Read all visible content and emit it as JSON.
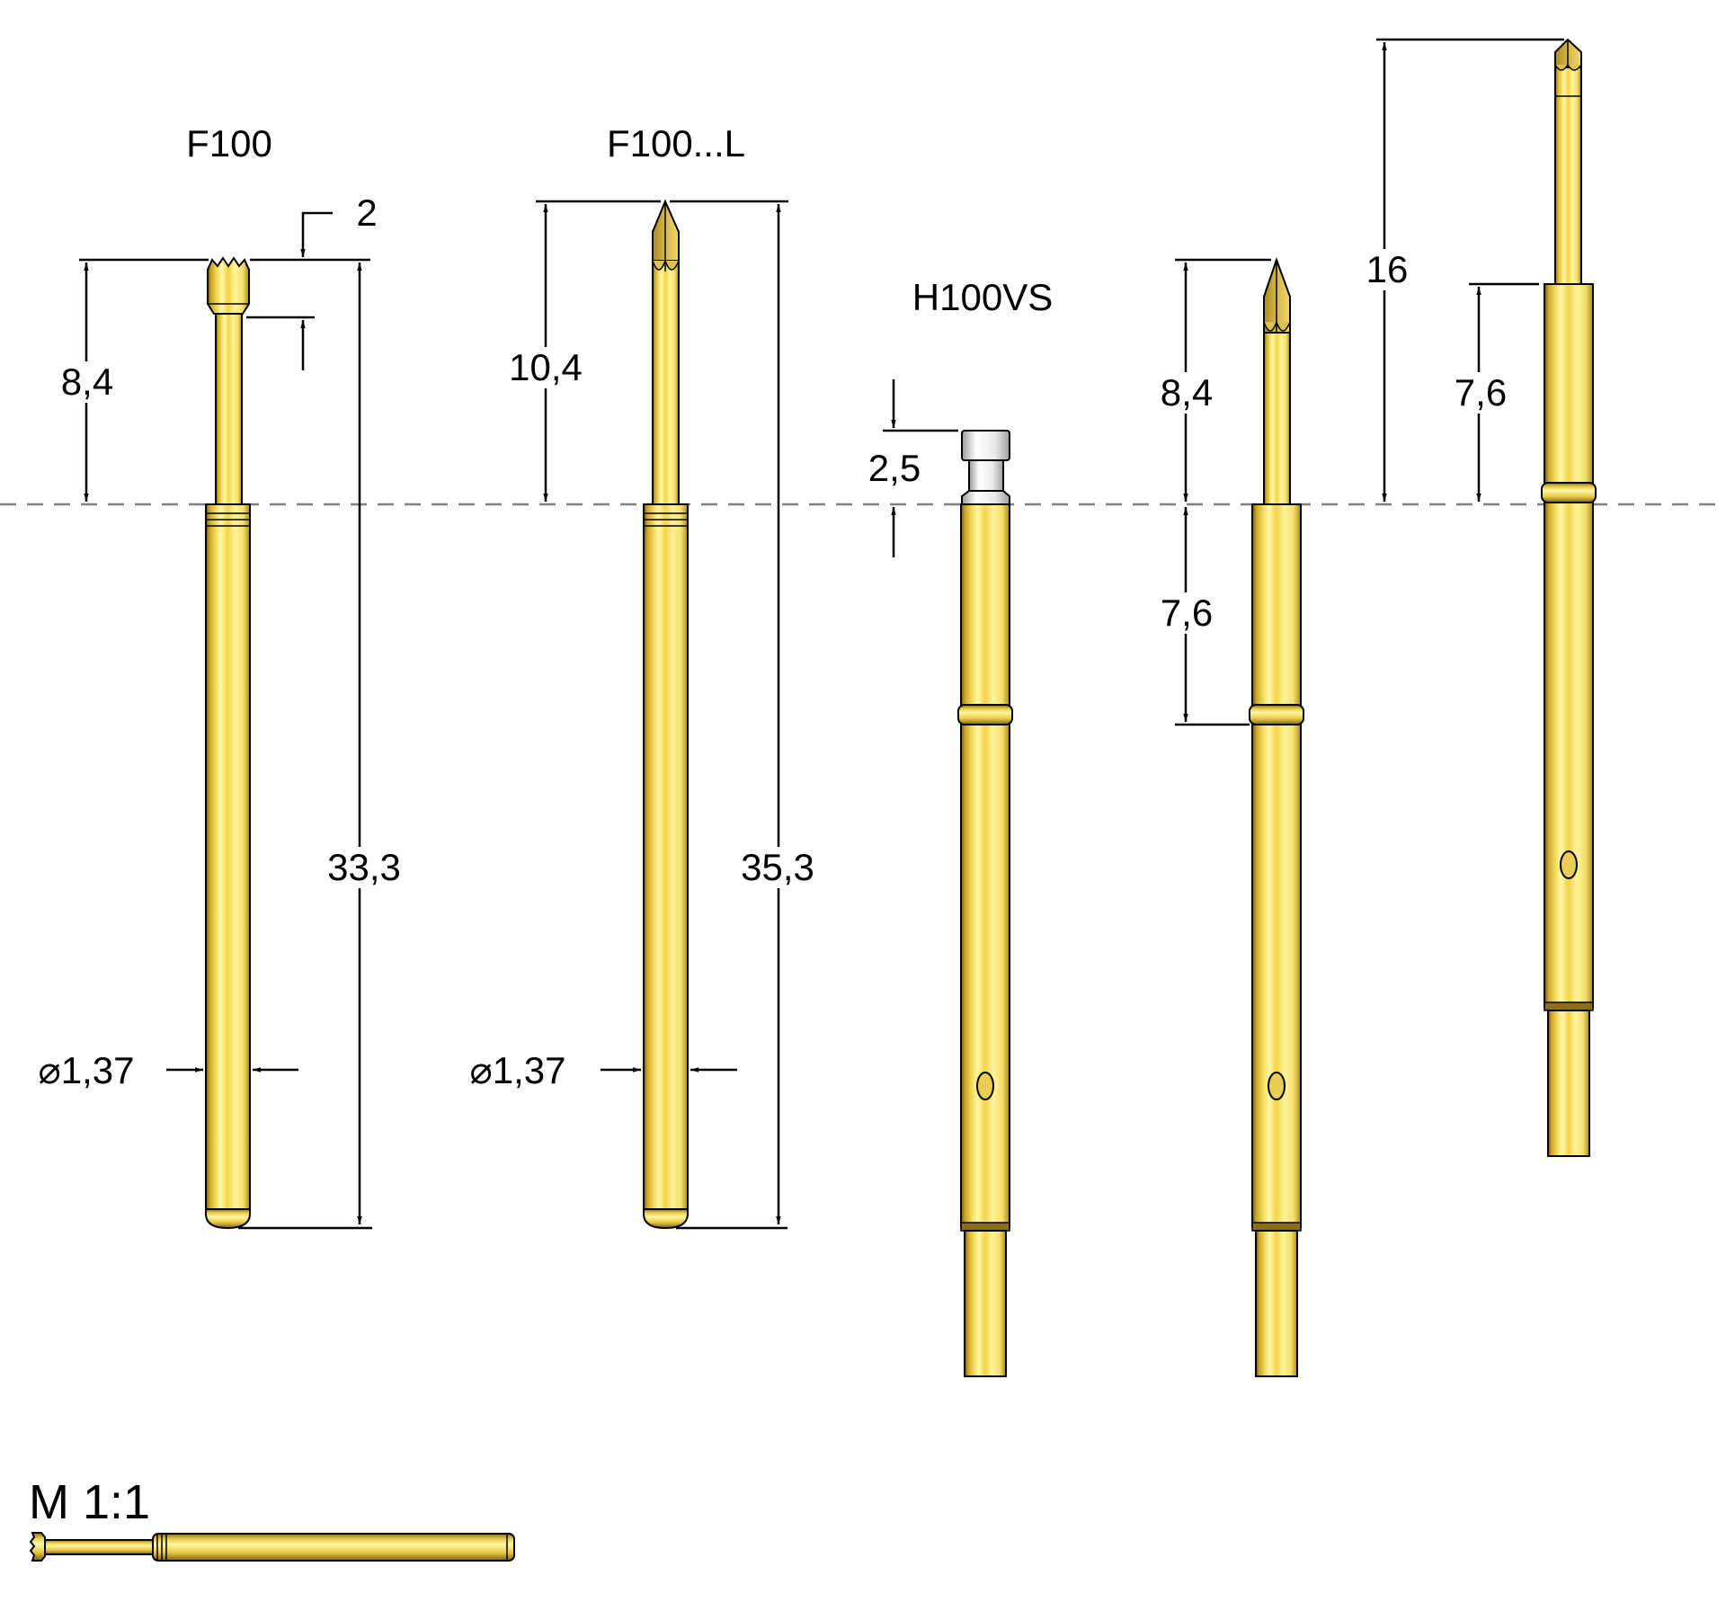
{
  "drawing": {
    "reference_line": "dashed",
    "colors": {
      "gold": "#E8C84A",
      "gold_light": "#FFF59A",
      "gold_dark": "#9C7A16",
      "cap_silver": "#E6E6E6",
      "dim_line": "#000000",
      "dashed_line": "#808080"
    }
  },
  "probes": [
    {
      "title": "F100",
      "dims": {
        "tip": "2",
        "plunger": "8,4",
        "total": "33,3",
        "diameter": "⌀1,37"
      }
    },
    {
      "title": "F100...L",
      "dims": {
        "plunger": "10,4",
        "total": "35,3",
        "diameter": "⌀1,37"
      }
    },
    {
      "title": "H100VS",
      "dims": {
        "cap": "2,5"
      }
    },
    {
      "title": "",
      "dims": {
        "plunger": "8,4",
        "ring_offset": "7,6"
      }
    },
    {
      "title": "",
      "dims": {
        "plunger": "16",
        "barrel_offset": "7,6"
      }
    }
  ],
  "scale": {
    "label": "M 1:1"
  }
}
